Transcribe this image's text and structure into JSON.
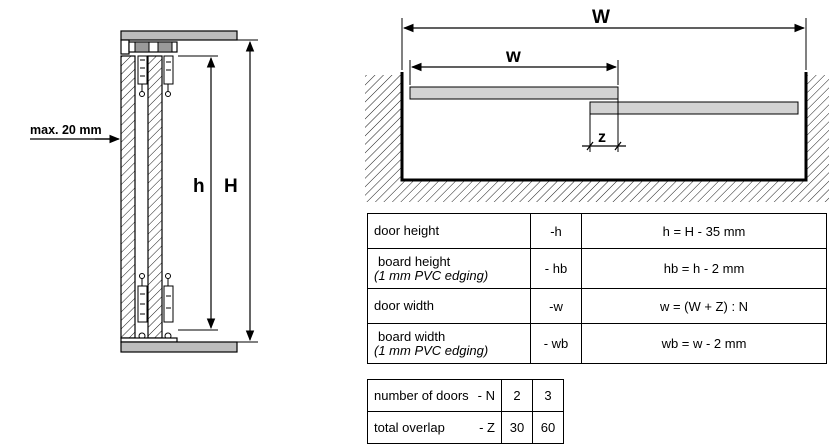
{
  "side_view": {
    "max_gap_label": "max. 20 mm",
    "door_height_symbol": "h",
    "total_height_symbol": "H"
  },
  "top_view": {
    "total_width_symbol": "W",
    "door_width_symbol": "w",
    "overlap_symbol": "z"
  },
  "formula_table": {
    "rows": [
      {
        "name": "door height",
        "subname": "",
        "symbol": "-h",
        "formula": "h = H - 35 mm"
      },
      {
        "name": "board height",
        "subname": "(1 mm PVC edging)",
        "symbol": "- hb",
        "formula": "hb = h - 2 mm"
      },
      {
        "name": "door width",
        "subname": "",
        "symbol": "-w",
        "formula": "w = (W + Z) : N"
      },
      {
        "name": "board width",
        "subname": "(1 mm PVC edging)",
        "symbol": "- wb",
        "formula": "wb = w - 2 mm"
      }
    ]
  },
  "overlap_table": {
    "rows": [
      {
        "name": "number of doors",
        "symbol": "- N",
        "values": [
          "2",
          "3"
        ]
      },
      {
        "name": "total overlap",
        "symbol": "- Z",
        "values": [
          "30",
          "60"
        ]
      }
    ]
  },
  "colors": {
    "line": "#000000",
    "board_fill": "#d3d3d3",
    "rail_fill": "#bdbdbd"
  }
}
